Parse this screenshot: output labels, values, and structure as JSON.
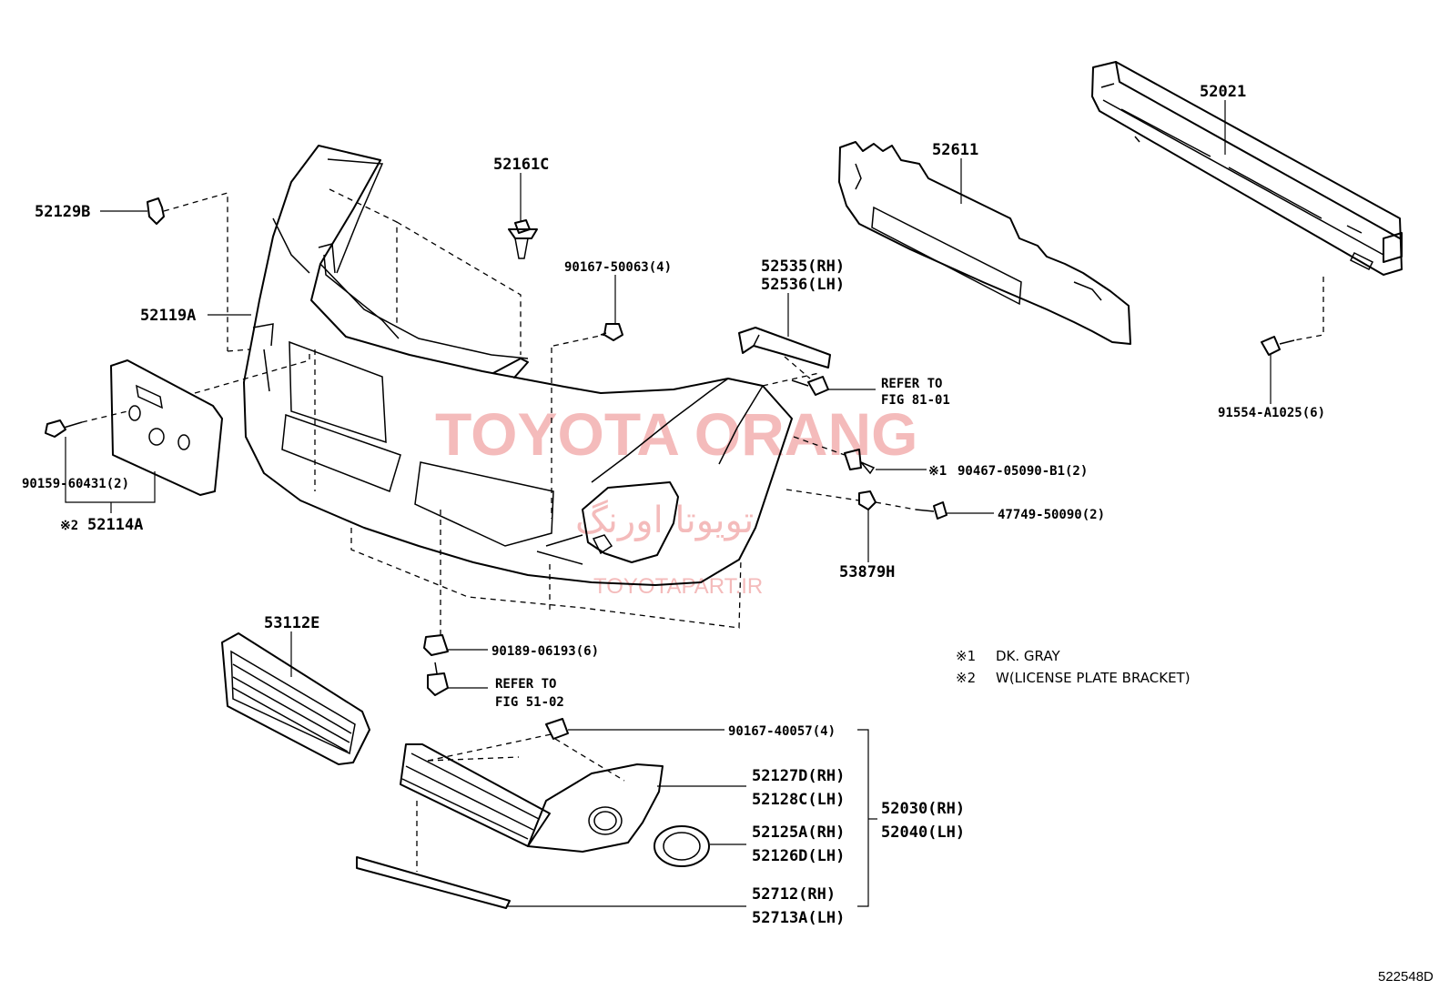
{
  "labels": {
    "p52129B": "52129B",
    "p52161C": "52161C",
    "p52119A": "52119A",
    "p90167_50063": "90167-50063(4)",
    "p52535": "52535(RH)",
    "p52536": "52536(LH)",
    "p52611": "52611",
    "p52021": "52021",
    "refer81_a": "REFER TO",
    "refer81_b": "FIG 81-01",
    "p91554": "91554-A1025(6)",
    "p90467": "90467-05090-B1(2)",
    "p90467_mark": "※1",
    "p47749": "47749-50090(2)",
    "p53879H": "53879H",
    "p90159": "90159-60431(2)",
    "p52114A": "52114A",
    "p52114A_mark": "※2",
    "p53112E": "53112E",
    "p90189": "90189-06193(6)",
    "refer51_a": "REFER TO",
    "refer51_b": "FIG 51-02",
    "p90167_40057": "90167-40057(4)",
    "p52127D": "52127D(RH)",
    "p52128C": "52128C(LH)",
    "p52030": "52030(RH)",
    "p52040": "52040(LH)",
    "p52125A": "52125A(RH)",
    "p52126D": "52126D(LH)",
    "p52712": "52712(RH)",
    "p52713A": "52713A(LH)"
  },
  "notes": [
    {
      "mark": "※1",
      "text": "DK. GRAY"
    },
    {
      "mark": "※2",
      "text": "W(LICENSE PLATE BRACKET)"
    }
  ],
  "watermark": {
    "title": "TOYOTA ORANG",
    "persian": "تویوتا اورنگ",
    "url": "TOYOTAPART.IR"
  },
  "figure_number": "522548D",
  "colors": {
    "line": "#000000",
    "watermark": "#f3b0b0"
  }
}
